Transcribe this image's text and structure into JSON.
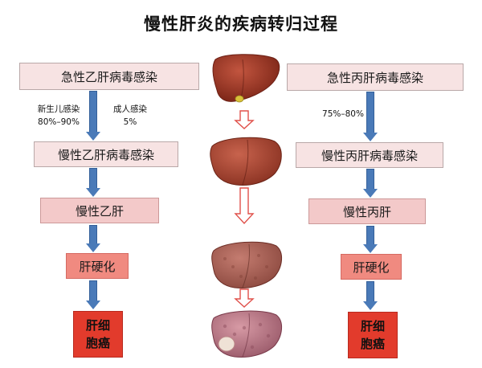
{
  "title": "慢性肝炎的疾病转归过程",
  "colors": {
    "blue_arrow": "#4a7ab8",
    "red_outline_arrow": "#e0504a",
    "final_box": "#e23b2c"
  },
  "left": {
    "top": "急性乙肝病毒感染",
    "newborn_label": "新生儿感染",
    "newborn_pct": "80%–90%",
    "adult_label": "成人感染",
    "adult_pct": "5%",
    "chronic_infection": "慢性乙肝病毒感染",
    "chronic_hepatitis": "慢性乙肝",
    "cirrhosis": "肝硬化",
    "hcc_line1": "肝细",
    "hcc_line2": "胞癌"
  },
  "right": {
    "top": "急性丙肝病毒感染",
    "pct": "75%–80%",
    "chronic_infection": "慢性丙肝病毒感染",
    "chronic_hepatitis": "慢性丙肝",
    "cirrhosis": "肝硬化",
    "hcc_line1": "肝细",
    "hcc_line2": "胞癌"
  },
  "liver_stages": [
    "healthy-liver-icon",
    "fatty-liver-icon",
    "fibrotic-liver-icon",
    "cirrhotic-liver-icon"
  ]
}
